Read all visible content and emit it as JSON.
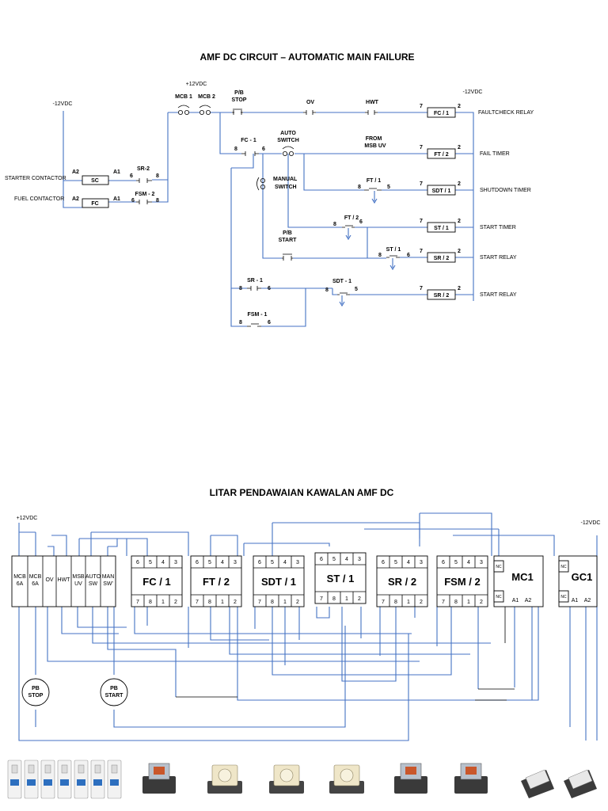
{
  "colors": {
    "wire": "#4472c4",
    "line": "#000000",
    "background": "#ffffff"
  },
  "top": {
    "title": "AMF DC CIRCUIT – AUTOMATIC MAIN FAILURE",
    "supply_pos": "+12VDC",
    "supply_neg_left": "-12VDC",
    "supply_neg_right": "-12VDC",
    "mcb1": "MCB 1",
    "mcb2": "MCB 2",
    "pb_stop": [
      "P/B",
      "STOP"
    ],
    "ov": "OV",
    "hwt": "HWT",
    "fc1": "FC - 1",
    "auto_switch": [
      "AUTO",
      "SWITCH"
    ],
    "from_msb_uv": [
      "FROM",
      "MSB UV"
    ],
    "manual_switch": [
      "MANUAL",
      "SWITCH"
    ],
    "ft1": "FT / 1",
    "ft2": "FT / 2",
    "st1": "ST / 1",
    "pb_start": [
      "P/B",
      "START"
    ],
    "sr1": "SR - 1",
    "sdt1": "SDT - 1",
    "fsm1": "FSM - 1",
    "sr2_contact": "SR-2",
    "fsm2_contact": "FSM - 2",
    "coils": [
      "SC",
      "FC"
    ],
    "coil_pins": {
      "a1": "A1",
      "a2": "A2"
    },
    "starter_contactor": "STARTER CONTACTOR",
    "fuel_contactor": "FUEL CONTACTOR",
    "relays": [
      "FC / 1",
      "FT / 2",
      "SDT / 1",
      "ST / 1",
      "SR / 2",
      "SR / 2"
    ],
    "relay_labels": [
      "FAULTCHECK RELAY",
      "FAIL TIMER",
      "SHUTDOWN TIMER",
      "START TIMER",
      "START RELAY",
      "START RELAY"
    ],
    "pins": {
      "p2": "2",
      "p5": "5",
      "p6": "6",
      "p7": "7",
      "p8": "8"
    }
  },
  "bottom": {
    "title": "LITAR PENDAWAIAN KAWALAN AMF DC",
    "supply_pos": "+12VDC",
    "supply_neg": "-12VDC",
    "breakers": [
      [
        "MCB",
        "6A"
      ],
      [
        "MCB",
        "6A"
      ],
      [
        "OV"
      ],
      [
        "HWT"
      ],
      [
        "MSB",
        "UV"
      ],
      [
        "AUTO",
        "SW"
      ],
      [
        "MAN",
        "SW'"
      ]
    ],
    "relays": [
      "FC / 1",
      "FT / 2",
      "SDT / 1",
      "ST / 1",
      "SR / 2",
      "FSM / 2"
    ],
    "top_pins": [
      "6",
      "5",
      "4",
      "3"
    ],
    "bottom_pins": [
      "7",
      "8",
      "1",
      "2"
    ],
    "contactors": [
      "MC1",
      "GC1"
    ],
    "nc": "NC",
    "contactor_pins": [
      "A1",
      "A2"
    ],
    "pb_stop": [
      "PB",
      "STOP"
    ],
    "pb_start": [
      "PB",
      "START"
    ]
  }
}
